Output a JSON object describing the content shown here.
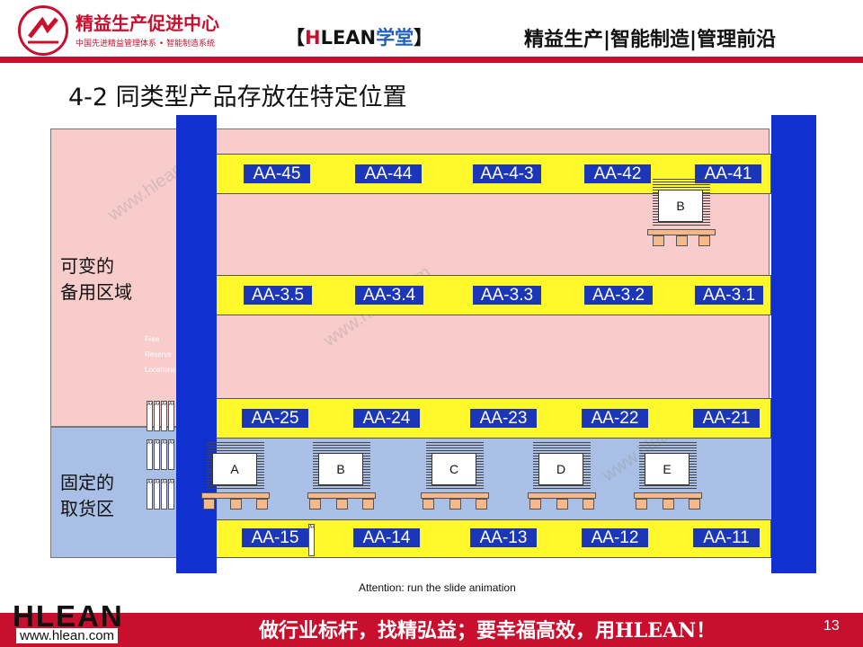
{
  "header": {
    "brand_title": "精益生产促进中心",
    "brand_subtitle": "中国先进精益管理体系 • 智能制造系统",
    "hlean_open": "【",
    "hlean_h": "H",
    "hlean_lean": "LEAN",
    "hlean_xuetang": "学堂",
    "hlean_close": "】",
    "slogan": "精益生产|智能制造|管理前沿"
  },
  "slide": {
    "title": "4-2 同类型产品存放在特定位置",
    "attention": "Attention: run the slide animation"
  },
  "zones": {
    "variable_line1": "可变的",
    "variable_line2": "备用区域",
    "fixed_line1": "固定的",
    "fixed_line2": "取货区",
    "free_1": "Free",
    "free_2": "Reserve",
    "free_3": "Locations"
  },
  "shelves": [
    {
      "labels": [
        "AA-45",
        "AA-44",
        "AA-4-3",
        "AA-42",
        "AA-41"
      ]
    },
    {
      "labels": [
        "AA-3.5",
        "AA-3.4",
        "AA-3.3",
        "AA-3.2",
        "AA-3.1"
      ]
    },
    {
      "labels": [
        "AA-25",
        "AA-24",
        "AA-23",
        "AA-22",
        "AA-21"
      ]
    },
    {
      "labels": [
        "AA-15",
        "AA-14",
        "AA-13",
        "AA-12",
        "AA-11"
      ]
    }
  ],
  "stacks": {
    "reserve_b": "B",
    "a": "A",
    "b": "B",
    "c": "C",
    "d": "D",
    "e": "E"
  },
  "small_bin_text": "AA-",
  "watermark": "www.hlean.com",
  "footer": {
    "logo": "HLEAN",
    "url": "www.hlean.com",
    "slogan": "做行业标杆，找精弘益；要幸福高效，用HLEAN！",
    "page_number": "13"
  },
  "colors": {
    "brand_red": "#c8102e",
    "pillar_blue": "#1030d0",
    "shelf_yellow": "#fff82a",
    "label_blue": "#1c36b8",
    "variable_pink": "#f9cccc",
    "fixed_blue": "#a9bfe6",
    "pallet_orange": "#f7b98a"
  }
}
